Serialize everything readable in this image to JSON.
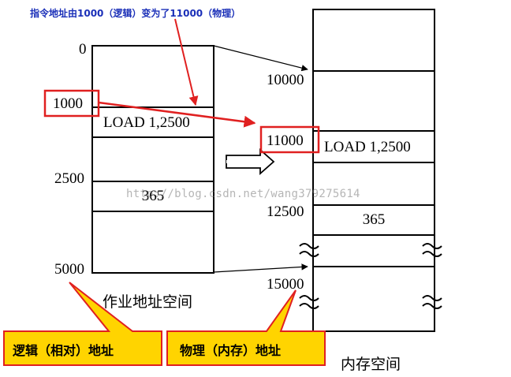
{
  "caption": "指令地址由1000（逻辑）变为了11000（物理）",
  "job_space": {
    "title": "作业地址空间",
    "addresses": [
      "0",
      "1000",
      "2500",
      "5000"
    ],
    "cells": [
      "LOAD 1,2500",
      "365"
    ]
  },
  "memory_space": {
    "title": "内存空间",
    "addresses": [
      "10000",
      "11000",
      "12500",
      "15000"
    ],
    "cells": [
      "LOAD 1,2500",
      "365"
    ]
  },
  "callouts": {
    "logical": "逻辑（相对）地址",
    "physical": "物理（内存）地址"
  },
  "watermark": "http://blog.csdn.net/wang379275614",
  "colors": {
    "highlight": "#e02020",
    "callout_fill": "#ffd400",
    "callout_border": "#e02020",
    "caption": "#1a2fb8"
  }
}
